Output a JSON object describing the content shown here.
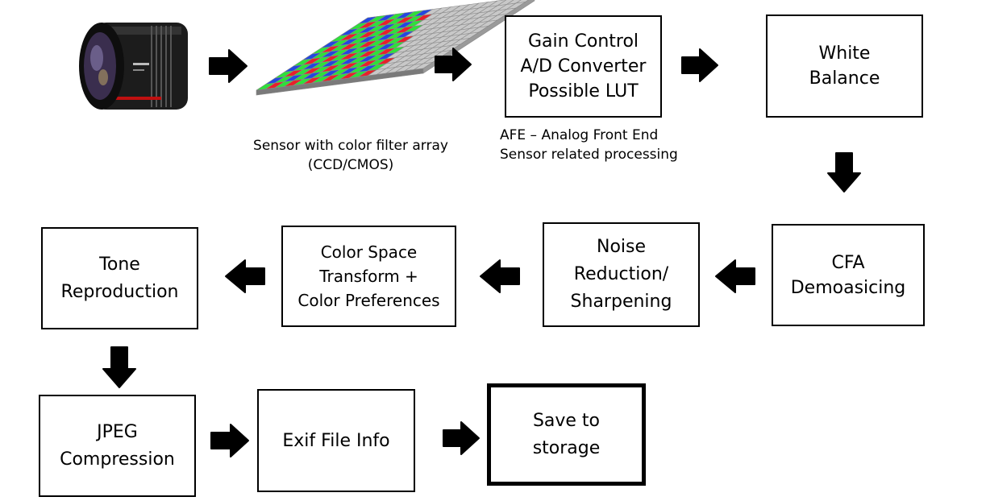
{
  "nodes": {
    "gain": "Gain Control\nA/D Converter\nPossible LUT",
    "white_balance": "White\nBalance",
    "cfa": "CFA\nDemoasicing",
    "noise": "Noise\nReduction/\nSharpening",
    "color_space": "Color Space\nTransform +\nColor Preferences",
    "tone": "Tone\nReproduction",
    "jpeg": "JPEG\nCompression",
    "exif": "Exif File Info",
    "save": "Save to\nstorage"
  },
  "captions": {
    "sensor": "Sensor with color filter array\n(CCD/CMOS)",
    "afe": "AFE – Analog Front End\nSensor related processing"
  },
  "images": {
    "lens": "camera-lens-icon",
    "sensor": "bayer-sensor-icon"
  },
  "colors": {
    "red": "#e8202a",
    "green": "#2ee03a",
    "blue": "#2347e0",
    "gray": "#c8c8c8"
  }
}
